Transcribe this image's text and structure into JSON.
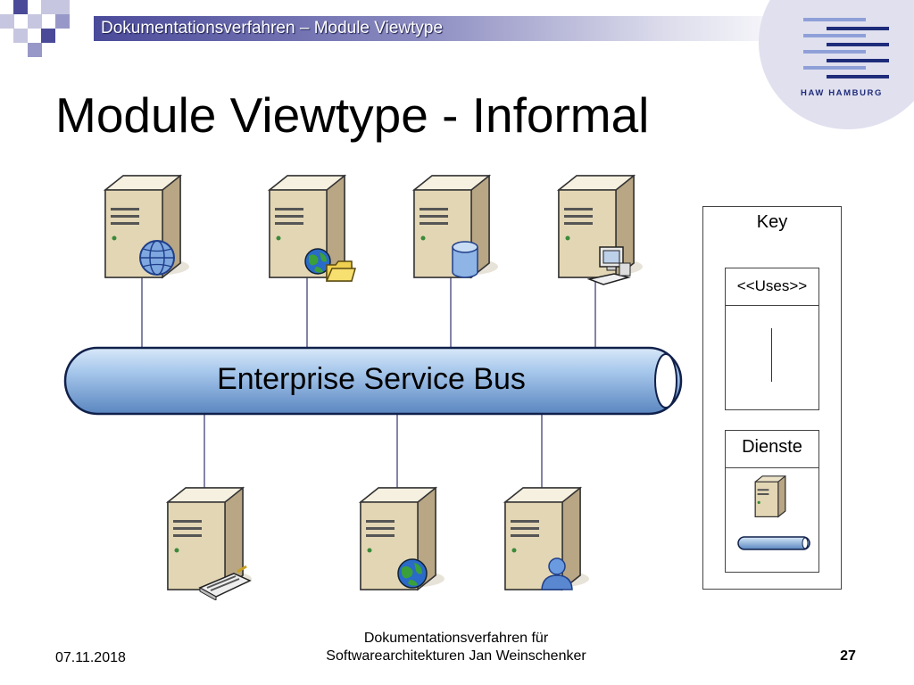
{
  "header": {
    "subtitle": "Dokumentationsverfahren – Module Viewtype"
  },
  "logo": {
    "text": "HAW HAMBURG"
  },
  "slide": {
    "title": "Module Viewtype - Informal"
  },
  "diagram": {
    "bus_label": "Enterprise Service Bus",
    "top_servers": [
      {
        "icon": "globe-icon"
      },
      {
        "icon": "globe-folder-icon"
      },
      {
        "icon": "database-icon"
      },
      {
        "icon": "workstation-icon"
      }
    ],
    "bottom_servers": [
      {
        "icon": "network-card-icon"
      },
      {
        "icon": "globe-icon"
      },
      {
        "icon": "user-icon"
      }
    ]
  },
  "key": {
    "title": "Key",
    "uses_label": "<<Uses>>",
    "services_label": "Dienste"
  },
  "footer": {
    "date": "07.11.2018",
    "line1": "Dokumentationsverfahren für",
    "line2": "Softwarearchitekturen Jan Weinschenker",
    "page": "27"
  },
  "colors": {
    "header_band": "#4a4a9a",
    "deco_squares": "#5a5aa0",
    "logo_blue": "#1f2c7a",
    "bus_blue": "#9cc0e6",
    "server_beige": "#e7dcc0"
  }
}
